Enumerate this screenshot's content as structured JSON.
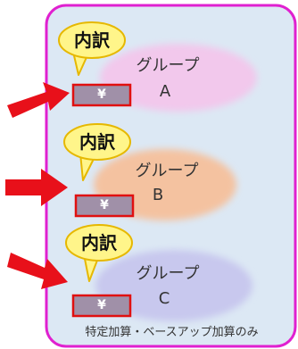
{
  "colors": {
    "border": "#e020d0",
    "inner_bg": "#dce8f4",
    "callout_fill": "#fff58a",
    "callout_stroke": "#e6b800",
    "arrow": "#e8101a",
    "yen_fill": "#a090a8",
    "yen_border": "#e01010",
    "groups": [
      "#f2c8ec",
      "#f4c2a0",
      "#c8c8ee"
    ]
  },
  "callout_label": "内訳",
  "yen_symbol": "¥",
  "groups": [
    {
      "line1": "グループ",
      "line2": "A"
    },
    {
      "line1": "グループ",
      "line2": "B"
    },
    {
      "line1": "グループ",
      "line2": "C"
    }
  ],
  "caption": "特定加算・ベースアップ加算のみ"
}
